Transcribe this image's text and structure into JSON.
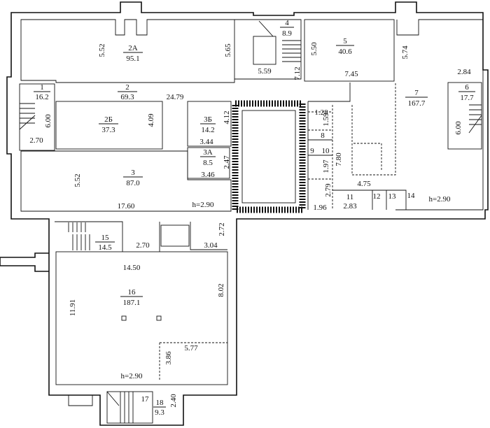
{
  "rooms": [
    {
      "id": "1",
      "area": "16.2"
    },
    {
      "id": "2",
      "area": "69.3"
    },
    {
      "id": "2А",
      "area": "95.1"
    },
    {
      "id": "2Б",
      "area": "37.3"
    },
    {
      "id": "3",
      "area": "87.0"
    },
    {
      "id": "3А",
      "area": "8.5"
    },
    {
      "id": "3Б",
      "area": "14.2"
    },
    {
      "id": "4",
      "area": "8.9"
    },
    {
      "id": "5",
      "area": "40.6"
    },
    {
      "id": "6",
      "area": "17.7"
    },
    {
      "id": "7",
      "area": "167.7"
    },
    {
      "id": "8"
    },
    {
      "id": "9"
    },
    {
      "id": "10"
    },
    {
      "id": "11",
      "area": "2.83"
    },
    {
      "id": "12"
    },
    {
      "id": "13"
    },
    {
      "id": "14"
    },
    {
      "id": "15",
      "area": "14.5"
    },
    {
      "id": "16",
      "area": "187.1"
    },
    {
      "id": "17"
    },
    {
      "id": "18",
      "area": "9.3"
    }
  ],
  "dimensions": {
    "d2a_left": "5.52",
    "d2a_right": "5.65",
    "corridor_len": "24.79",
    "r1_h": "6.00",
    "r1_w": "2.70",
    "r2b_h": "4.09",
    "r3b_h": "4.12",
    "r3b_w": "3.44",
    "r3a_h": "2.47",
    "r3a_w": "3.46",
    "r3_h": "5.52",
    "r3_w": "17.60",
    "h_upper_left": "h=2.90",
    "r4_w": "5.59",
    "r4_h": "7.12",
    "r5_h": "5.50",
    "r5_w": "7.45",
    "r7_h": "5.74",
    "r6_w": "2.84",
    "r6_h": "6.00",
    "d128": "1.28",
    "d159": "1.59",
    "d197": "1.97",
    "d780": "7.80",
    "d279": "2.79",
    "d475": "4.75",
    "d196": "1.96",
    "h_upper_right": "h=2.90",
    "r15_w": "2.70",
    "d272": "2.72",
    "d304": "3.04",
    "r16_w": "14.50",
    "r16_h": "8.02",
    "r16_left": "11.91",
    "d577": "5.77",
    "d386": "3.86",
    "h_lower": "h=2.90",
    "r18_h": "2.40"
  }
}
